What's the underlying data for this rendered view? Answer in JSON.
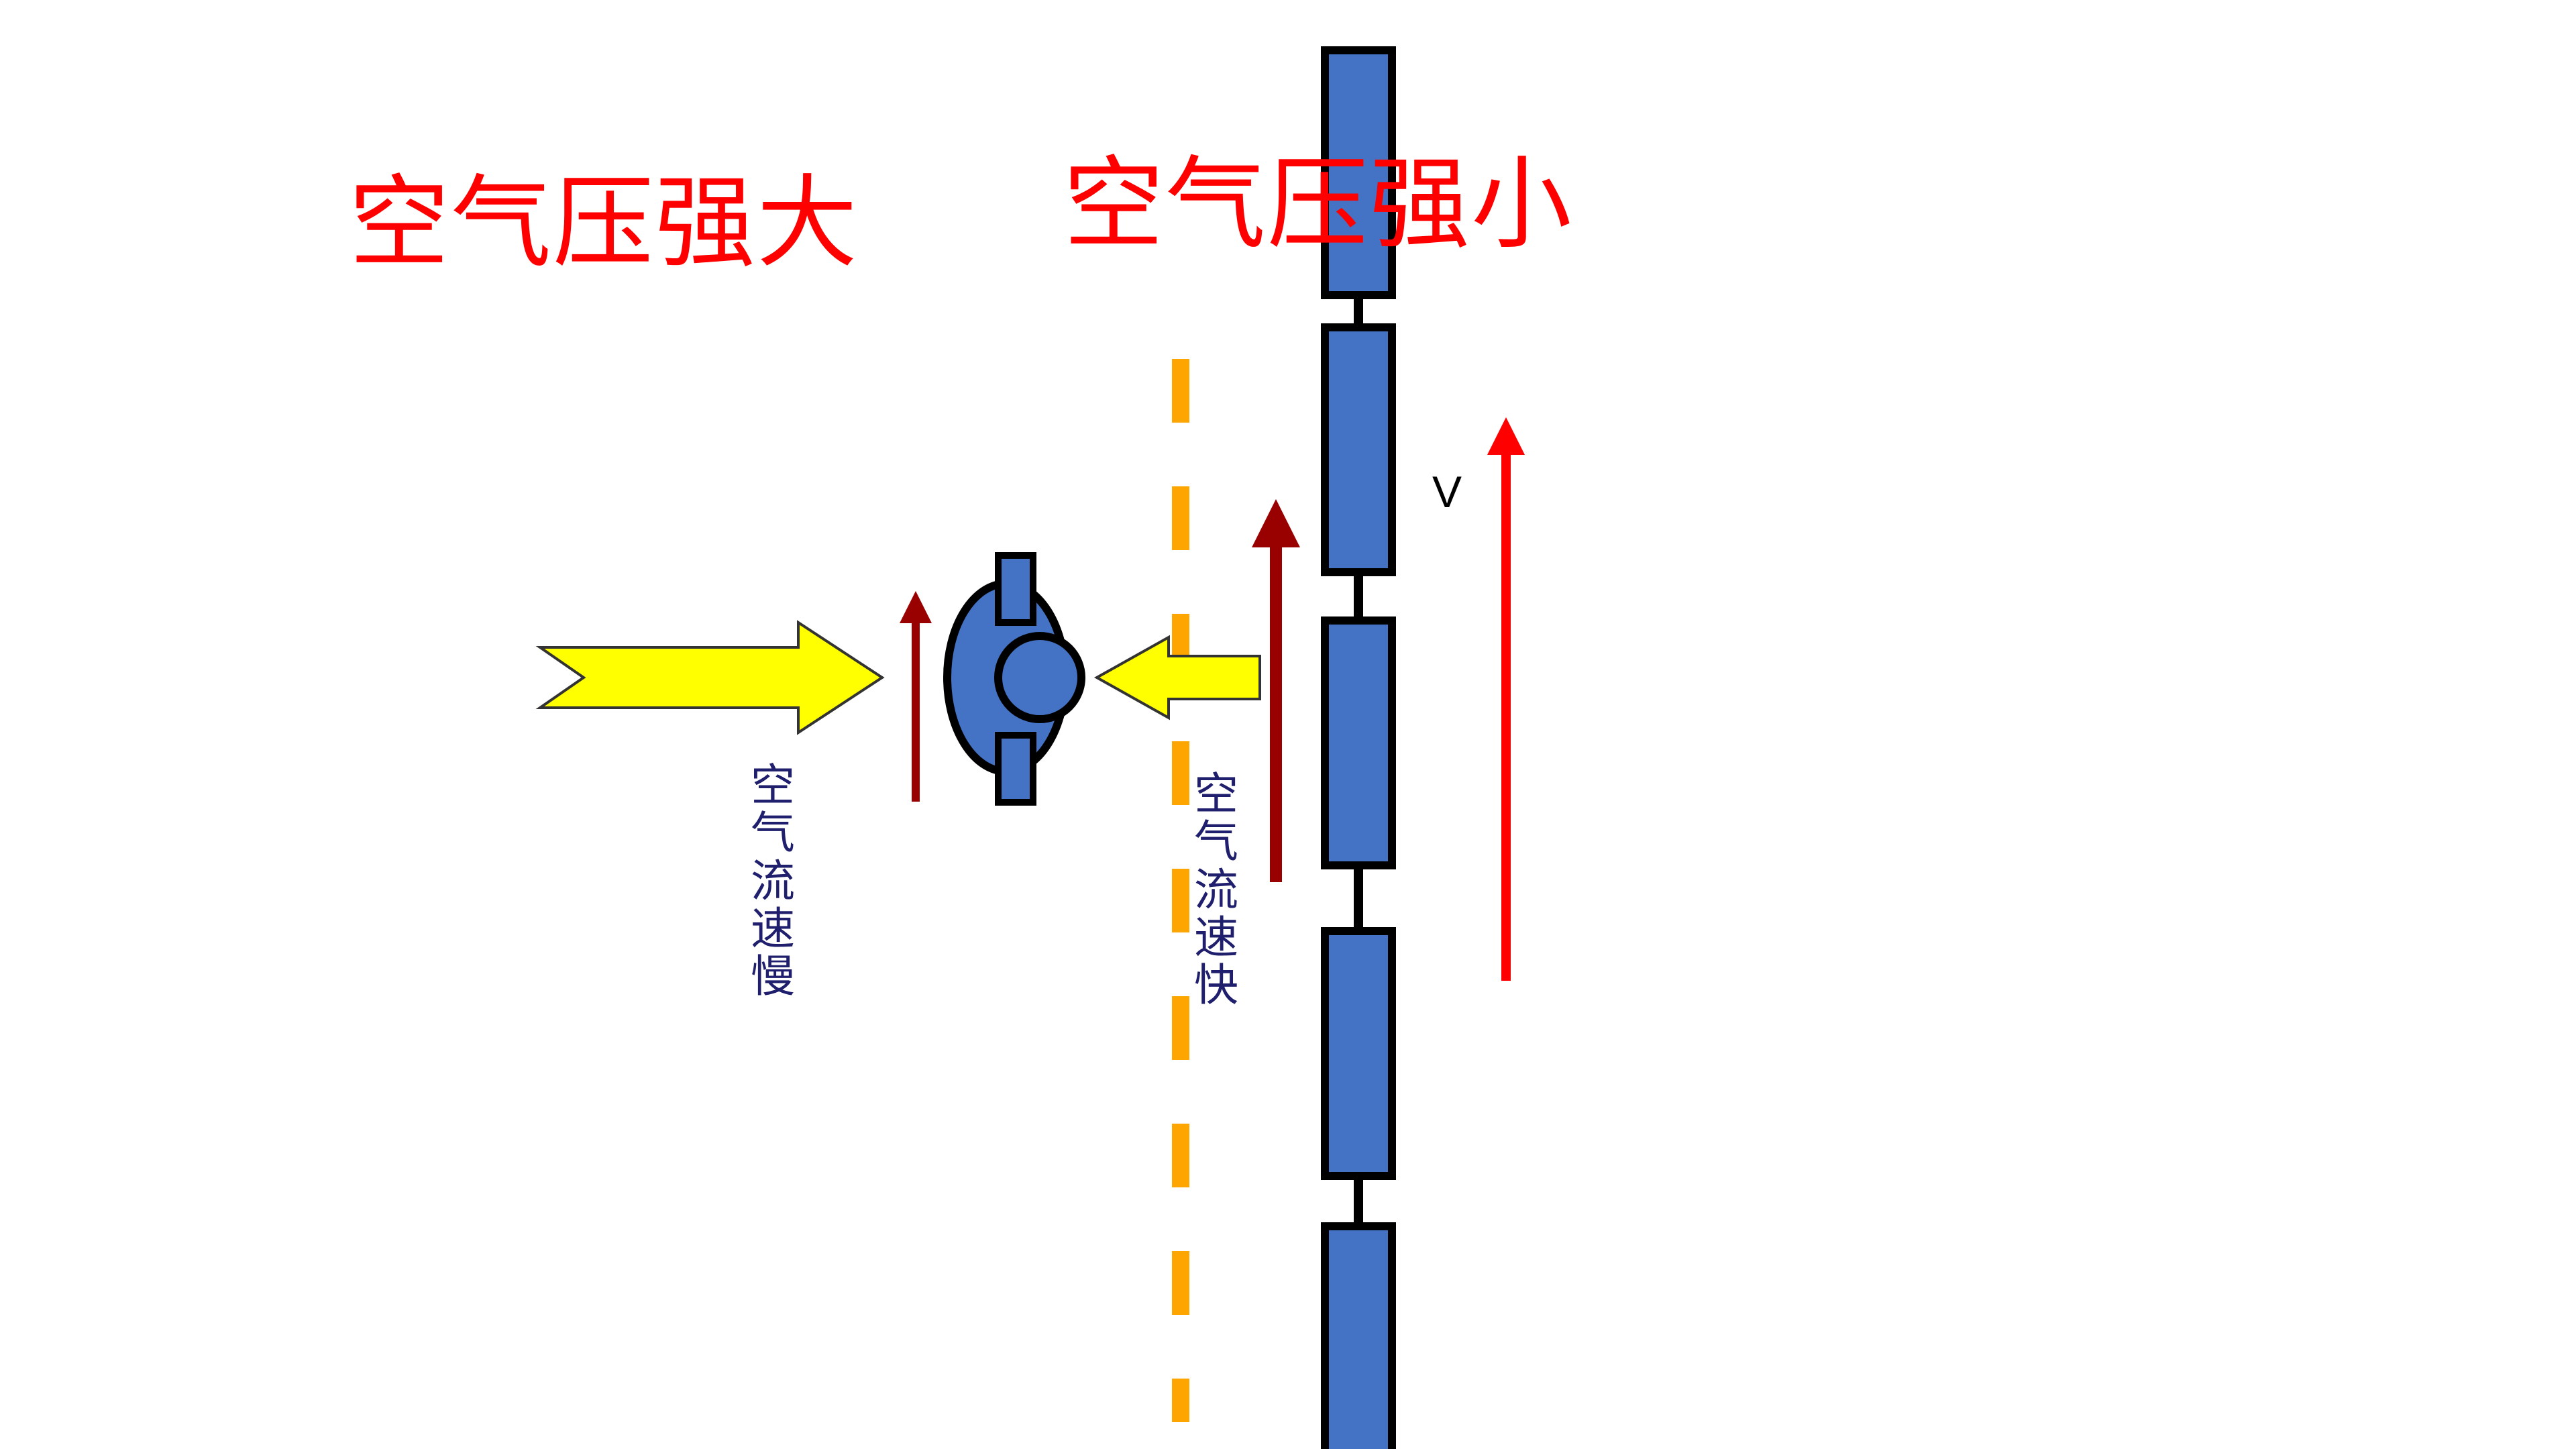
{
  "labels": {
    "high_pressure": "空气压强大",
    "low_pressure": "空气压强小",
    "slow_flow": "空气流速慢",
    "fast_flow": "空气流速快",
    "velocity": "V"
  },
  "colors": {
    "red_text": "#ff0000",
    "navy_text": "#1f1f6e",
    "train_fill": "#4472c4",
    "outline": "#000000",
    "yellow_arrow": "#ffff00",
    "orange_dash": "#ffa500",
    "dark_red_arrow": "#990000",
    "red_arrow": "#ff0000"
  },
  "icons": {
    "person": "person-top-view-icon",
    "train": "train-cars-icon"
  }
}
